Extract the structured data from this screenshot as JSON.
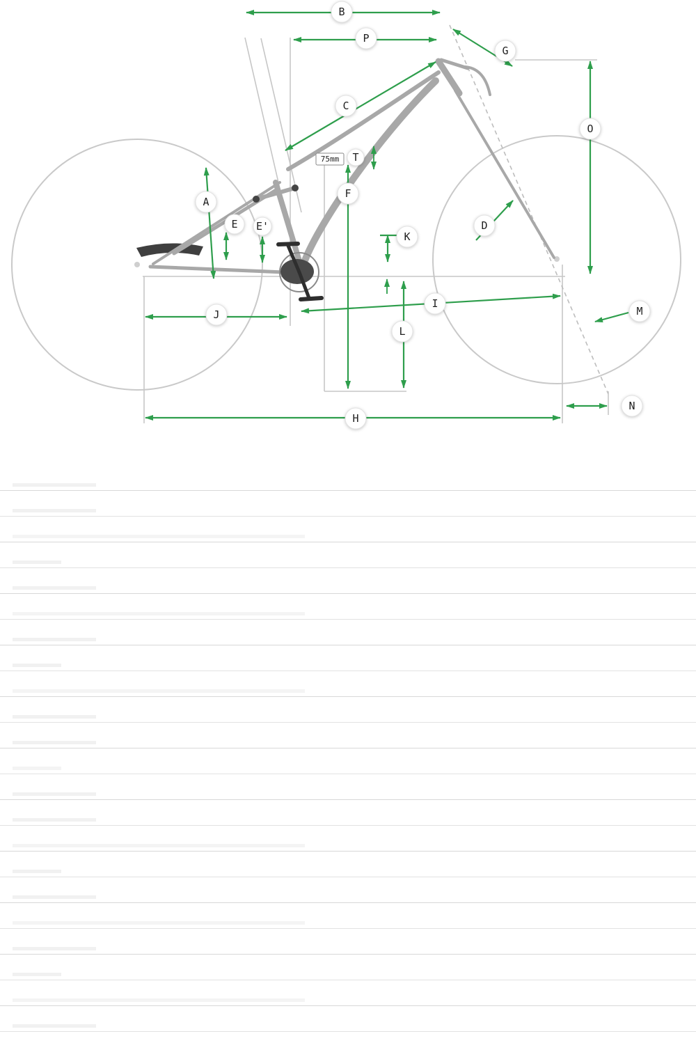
{
  "diagram": {
    "offset_label": "75mm",
    "labels": {
      "A": "A",
      "B": "B",
      "C": "C",
      "D": "D",
      "E": "E",
      "E_prime": "E'",
      "F": "F",
      "G": "G",
      "H": "H",
      "I": "I",
      "J": "J",
      "K": "K",
      "L": "L",
      "M": "M",
      "N": "N",
      "O": "O",
      "P": "P",
      "T": "T"
    },
    "colors": {
      "arrow_green": "#2e9e4c",
      "wheel_gray": "#c9c9c9",
      "frame_gray": "#a8a8a8",
      "dark_parts": "#3f3f3f"
    }
  }
}
